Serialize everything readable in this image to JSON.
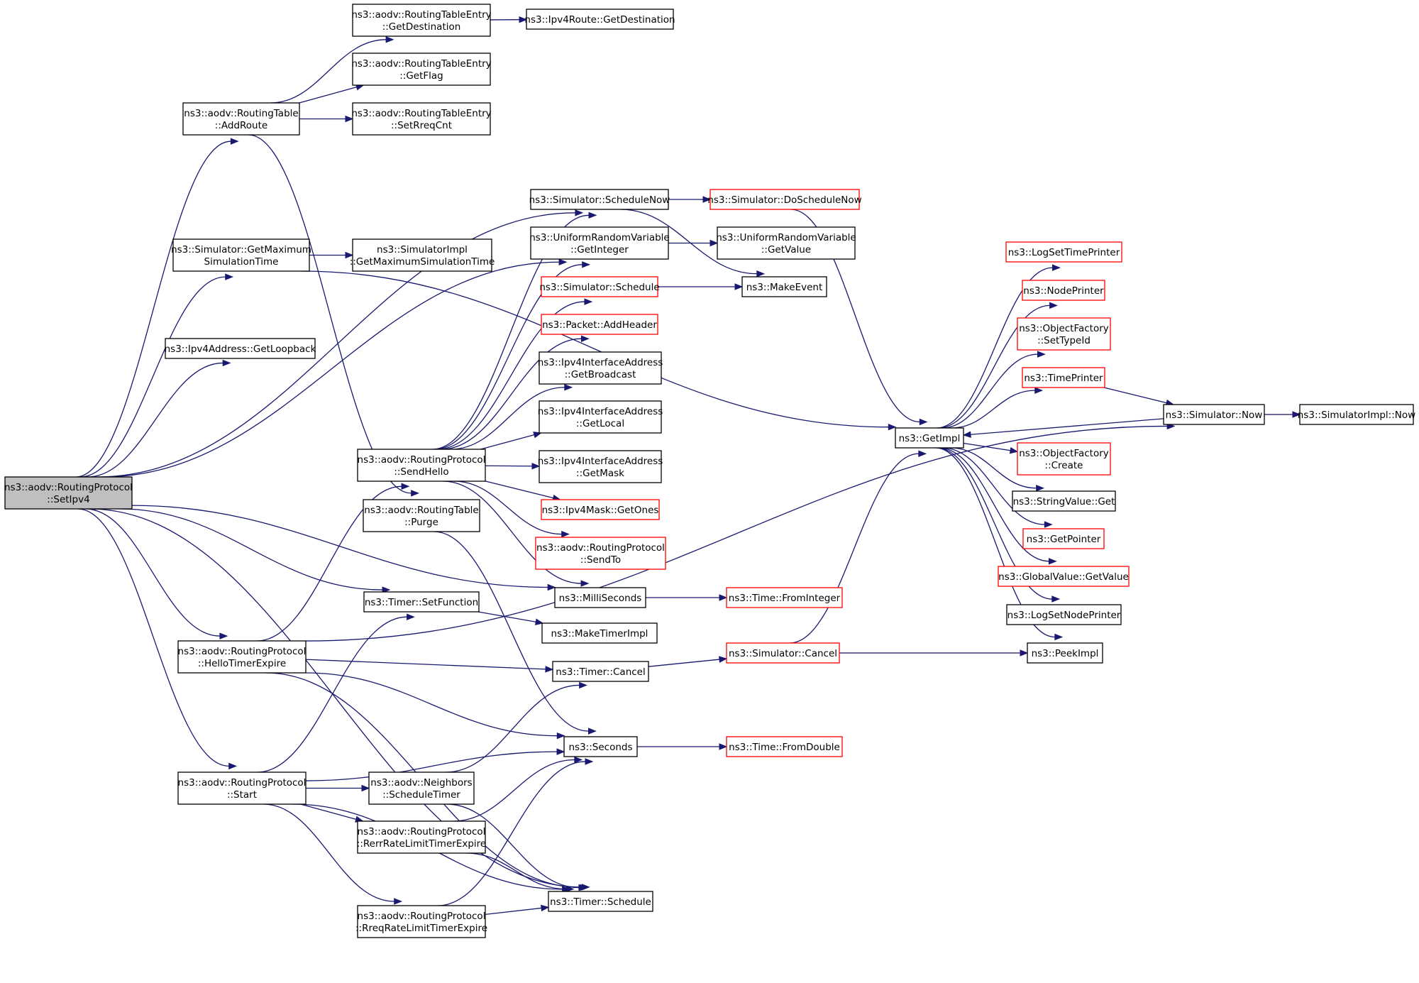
{
  "colors": {
    "edge": "#191970",
    "normal_border": "#000000",
    "truncated_border": "#ff0000",
    "root_fill": "#bfbfbf",
    "node_fill": "#ffffff"
  },
  "nodes": {
    "setipv4": {
      "lines": [
        "ns3::aodv::RoutingProtocol",
        "::SetIpv4"
      ],
      "style": "root"
    },
    "addroute": {
      "lines": [
        "ns3::aodv::RoutingTable",
        "::AddRoute"
      ],
      "style": "normal"
    },
    "getmaxsimtime": {
      "lines": [
        "ns3::Simulator::GetMaximum",
        "SimulationTime"
      ],
      "style": "normal"
    },
    "getloopback": {
      "lines": [
        "ns3::Ipv4Address::GetLoopback"
      ],
      "style": "normal"
    },
    "hellotimerexpire": {
      "lines": [
        "ns3::aodv::RoutingProtocol",
        "::HelloTimerExpire"
      ],
      "style": "normal"
    },
    "start": {
      "lines": [
        "ns3::aodv::RoutingProtocol",
        "::Start"
      ],
      "style": "normal"
    },
    "rte_getdestination": {
      "lines": [
        "ns3::aodv::RoutingTableEntry",
        "::GetDestination"
      ],
      "style": "normal"
    },
    "rte_getflag": {
      "lines": [
        "ns3::aodv::RoutingTableEntry",
        "::GetFlag"
      ],
      "style": "normal"
    },
    "rte_setrreqcnt": {
      "lines": [
        "ns3::aodv::RoutingTableEntry",
        "::SetRreqCnt"
      ],
      "style": "normal"
    },
    "simimpl_getmax": {
      "lines": [
        "ns3::SimulatorImpl",
        "::GetMaximumSimulationTime"
      ],
      "style": "normal"
    },
    "sendhello": {
      "lines": [
        "ns3::aodv::RoutingProtocol",
        "::SendHello"
      ],
      "style": "normal"
    },
    "purge": {
      "lines": [
        "ns3::aodv::RoutingTable",
        "::Purge"
      ],
      "style": "normal"
    },
    "timer_setfunction": {
      "lines": [
        "ns3::Timer::SetFunction"
      ],
      "style": "normal"
    },
    "neighbors_scheduletimer": {
      "lines": [
        "ns3::aodv::Neighbors",
        "::ScheduleTimer"
      ],
      "style": "normal"
    },
    "rerrratelimit": {
      "lines": [
        "ns3::aodv::RoutingProtocol",
        "::RerrRateLimitTimerExpire"
      ],
      "style": "normal"
    },
    "rreqratelimit": {
      "lines": [
        "ns3::aodv::RoutingProtocol",
        "::RreqRateLimitTimerExpire"
      ],
      "style": "normal"
    },
    "ipv4route_getdest": {
      "lines": [
        "ns3::Ipv4Route::GetDestination"
      ],
      "style": "normal"
    },
    "sim_schedulenow": {
      "lines": [
        "ns3::Simulator::ScheduleNow"
      ],
      "style": "normal"
    },
    "urv_getinteger": {
      "lines": [
        "ns3::UniformRandomVariable",
        "::GetInteger"
      ],
      "style": "normal"
    },
    "sim_schedule": {
      "lines": [
        "ns3::Simulator::Schedule"
      ],
      "style": "truncated"
    },
    "packet_addheader": {
      "lines": [
        "ns3::Packet::AddHeader"
      ],
      "style": "truncated"
    },
    "iia_getbroadcast": {
      "lines": [
        "ns3::Ipv4InterfaceAddress",
        "::GetBroadcast"
      ],
      "style": "normal"
    },
    "iia_getlocal": {
      "lines": [
        "ns3::Ipv4InterfaceAddress",
        "::GetLocal"
      ],
      "style": "normal"
    },
    "iia_getmask": {
      "lines": [
        "ns3::Ipv4InterfaceAddress",
        "::GetMask"
      ],
      "style": "normal"
    },
    "ipv4mask_getones": {
      "lines": [
        "ns3::Ipv4Mask::GetOnes"
      ],
      "style": "truncated"
    },
    "rp_sendto": {
      "lines": [
        "ns3::aodv::RoutingProtocol",
        "::SendTo"
      ],
      "style": "truncated"
    },
    "milliseconds": {
      "lines": [
        "ns3::MilliSeconds"
      ],
      "style": "normal"
    },
    "maketimerimpl": {
      "lines": [
        "ns3::MakeTimerImpl"
      ],
      "style": "normal"
    },
    "timer_cancel": {
      "lines": [
        "ns3::Timer::Cancel"
      ],
      "style": "normal"
    },
    "seconds": {
      "lines": [
        "ns3::Seconds"
      ],
      "style": "normal"
    },
    "timer_schedule": {
      "lines": [
        "ns3::Timer::Schedule"
      ],
      "style": "normal"
    },
    "sim_doschedulenow": {
      "lines": [
        "ns3::Simulator::DoScheduleNow"
      ],
      "style": "truncated"
    },
    "urv_getvalue": {
      "lines": [
        "ns3::UniformRandomVariable",
        "::GetValue"
      ],
      "style": "normal"
    },
    "makeevent": {
      "lines": [
        "ns3::MakeEvent"
      ],
      "style": "normal"
    },
    "time_frominteger": {
      "lines": [
        "ns3::Time::FromInteger"
      ],
      "style": "truncated"
    },
    "sim_cancel": {
      "lines": [
        "ns3::Simulator::Cancel"
      ],
      "style": "truncated"
    },
    "time_fromdouble": {
      "lines": [
        "ns3::Time::FromDouble"
      ],
      "style": "truncated"
    },
    "getimpl": {
      "lines": [
        "ns3::GetImpl"
      ],
      "style": "normal"
    },
    "logsettimeprinter": {
      "lines": [
        "ns3::LogSetTimePrinter"
      ],
      "style": "truncated"
    },
    "nodeprinter": {
      "lines": [
        "ns3::NodePrinter"
      ],
      "style": "truncated"
    },
    "of_settypeid": {
      "lines": [
        "ns3::ObjectFactory",
        "::SetTypeId"
      ],
      "style": "truncated"
    },
    "timeprinter": {
      "lines": [
        "ns3::TimePrinter"
      ],
      "style": "truncated"
    },
    "of_create": {
      "lines": [
        "ns3::ObjectFactory",
        "::Create"
      ],
      "style": "truncated"
    },
    "stringvalue_get": {
      "lines": [
        "ns3::StringValue::Get"
      ],
      "style": "normal"
    },
    "getpointer": {
      "lines": [
        "ns3::GetPointer"
      ],
      "style": "truncated"
    },
    "globalvalue_getvalue": {
      "lines": [
        "ns3::GlobalValue::GetValue"
      ],
      "style": "truncated"
    },
    "logsetnodeprinter": {
      "lines": [
        "ns3::LogSetNodePrinter"
      ],
      "style": "normal"
    },
    "peekimpl": {
      "lines": [
        "ns3::PeekImpl"
      ],
      "style": "normal"
    },
    "sim_now": {
      "lines": [
        "ns3::Simulator::Now"
      ],
      "style": "normal"
    },
    "simimpl_now": {
      "lines": [
        "ns3::SimulatorImpl::Now"
      ],
      "style": "normal"
    }
  },
  "edges": [
    [
      "setipv4",
      "addroute"
    ],
    [
      "setipv4",
      "getmaxsimtime"
    ],
    [
      "setipv4",
      "getloopback"
    ],
    [
      "setipv4",
      "sim_schedulenow"
    ],
    [
      "setipv4",
      "urv_getinteger"
    ],
    [
      "setipv4",
      "milliseconds"
    ],
    [
      "setipv4",
      "timer_setfunction"
    ],
    [
      "setipv4",
      "hellotimerexpire"
    ],
    [
      "setipv4",
      "start"
    ],
    [
      "setipv4",
      "timer_schedule"
    ],
    [
      "addroute",
      "rte_getdestination"
    ],
    [
      "addroute",
      "rte_getflag"
    ],
    [
      "addroute",
      "rte_setrreqcnt"
    ],
    [
      "addroute",
      "purge"
    ],
    [
      "rte_getdestination",
      "ipv4route_getdest"
    ],
    [
      "getmaxsimtime",
      "simimpl_getmax"
    ],
    [
      "getmaxsimtime",
      "getimpl"
    ],
    [
      "sendhello",
      "sim_schedulenow"
    ],
    [
      "sendhello",
      "urv_getinteger"
    ],
    [
      "sendhello",
      "sim_schedule"
    ],
    [
      "sendhello",
      "packet_addheader"
    ],
    [
      "sendhello",
      "iia_getbroadcast"
    ],
    [
      "sendhello",
      "iia_getlocal"
    ],
    [
      "sendhello",
      "iia_getmask"
    ],
    [
      "sendhello",
      "ipv4mask_getones"
    ],
    [
      "sendhello",
      "rp_sendto"
    ],
    [
      "sendhello",
      "milliseconds"
    ],
    [
      "purge",
      "seconds"
    ],
    [
      "timer_setfunction",
      "maketimerimpl"
    ],
    [
      "hellotimerexpire",
      "sendhello"
    ],
    [
      "hellotimerexpire",
      "timer_cancel"
    ],
    [
      "hellotimerexpire",
      "seconds"
    ],
    [
      "hellotimerexpire",
      "sim_now"
    ],
    [
      "hellotimerexpire",
      "timer_schedule"
    ],
    [
      "start",
      "timer_setfunction"
    ],
    [
      "start",
      "seconds"
    ],
    [
      "start",
      "neighbors_scheduletimer"
    ],
    [
      "start",
      "rerrratelimit"
    ],
    [
      "start",
      "rreqratelimit"
    ],
    [
      "start",
      "timer_schedule"
    ],
    [
      "neighbors_scheduletimer",
      "timer_cancel"
    ],
    [
      "neighbors_scheduletimer",
      "timer_schedule"
    ],
    [
      "rerrratelimit",
      "seconds"
    ],
    [
      "rerrratelimit",
      "timer_schedule"
    ],
    [
      "rreqratelimit",
      "seconds"
    ],
    [
      "rreqratelimit",
      "timer_schedule"
    ],
    [
      "sim_schedulenow",
      "sim_doschedulenow"
    ],
    [
      "sim_schedulenow",
      "makeevent"
    ],
    [
      "urv_getinteger",
      "urv_getvalue"
    ],
    [
      "sim_schedule",
      "makeevent"
    ],
    [
      "milliseconds",
      "time_frominteger"
    ],
    [
      "timer_cancel",
      "sim_cancel"
    ],
    [
      "seconds",
      "time_fromdouble"
    ],
    [
      "sim_doschedulenow",
      "getimpl"
    ],
    [
      "sim_cancel",
      "getimpl"
    ],
    [
      "sim_cancel",
      "peekimpl"
    ],
    [
      "getimpl",
      "logsettimeprinter"
    ],
    [
      "getimpl",
      "nodeprinter"
    ],
    [
      "getimpl",
      "of_settypeid"
    ],
    [
      "getimpl",
      "timeprinter"
    ],
    [
      "getimpl",
      "of_create"
    ],
    [
      "getimpl",
      "stringvalue_get"
    ],
    [
      "getimpl",
      "getpointer"
    ],
    [
      "getimpl",
      "globalvalue_getvalue"
    ],
    [
      "getimpl",
      "logsetnodeprinter"
    ],
    [
      "getimpl",
      "peekimpl"
    ],
    [
      "timeprinter",
      "sim_now"
    ],
    [
      "sim_now",
      "getimpl"
    ],
    [
      "sim_now",
      "simimpl_now"
    ]
  ]
}
